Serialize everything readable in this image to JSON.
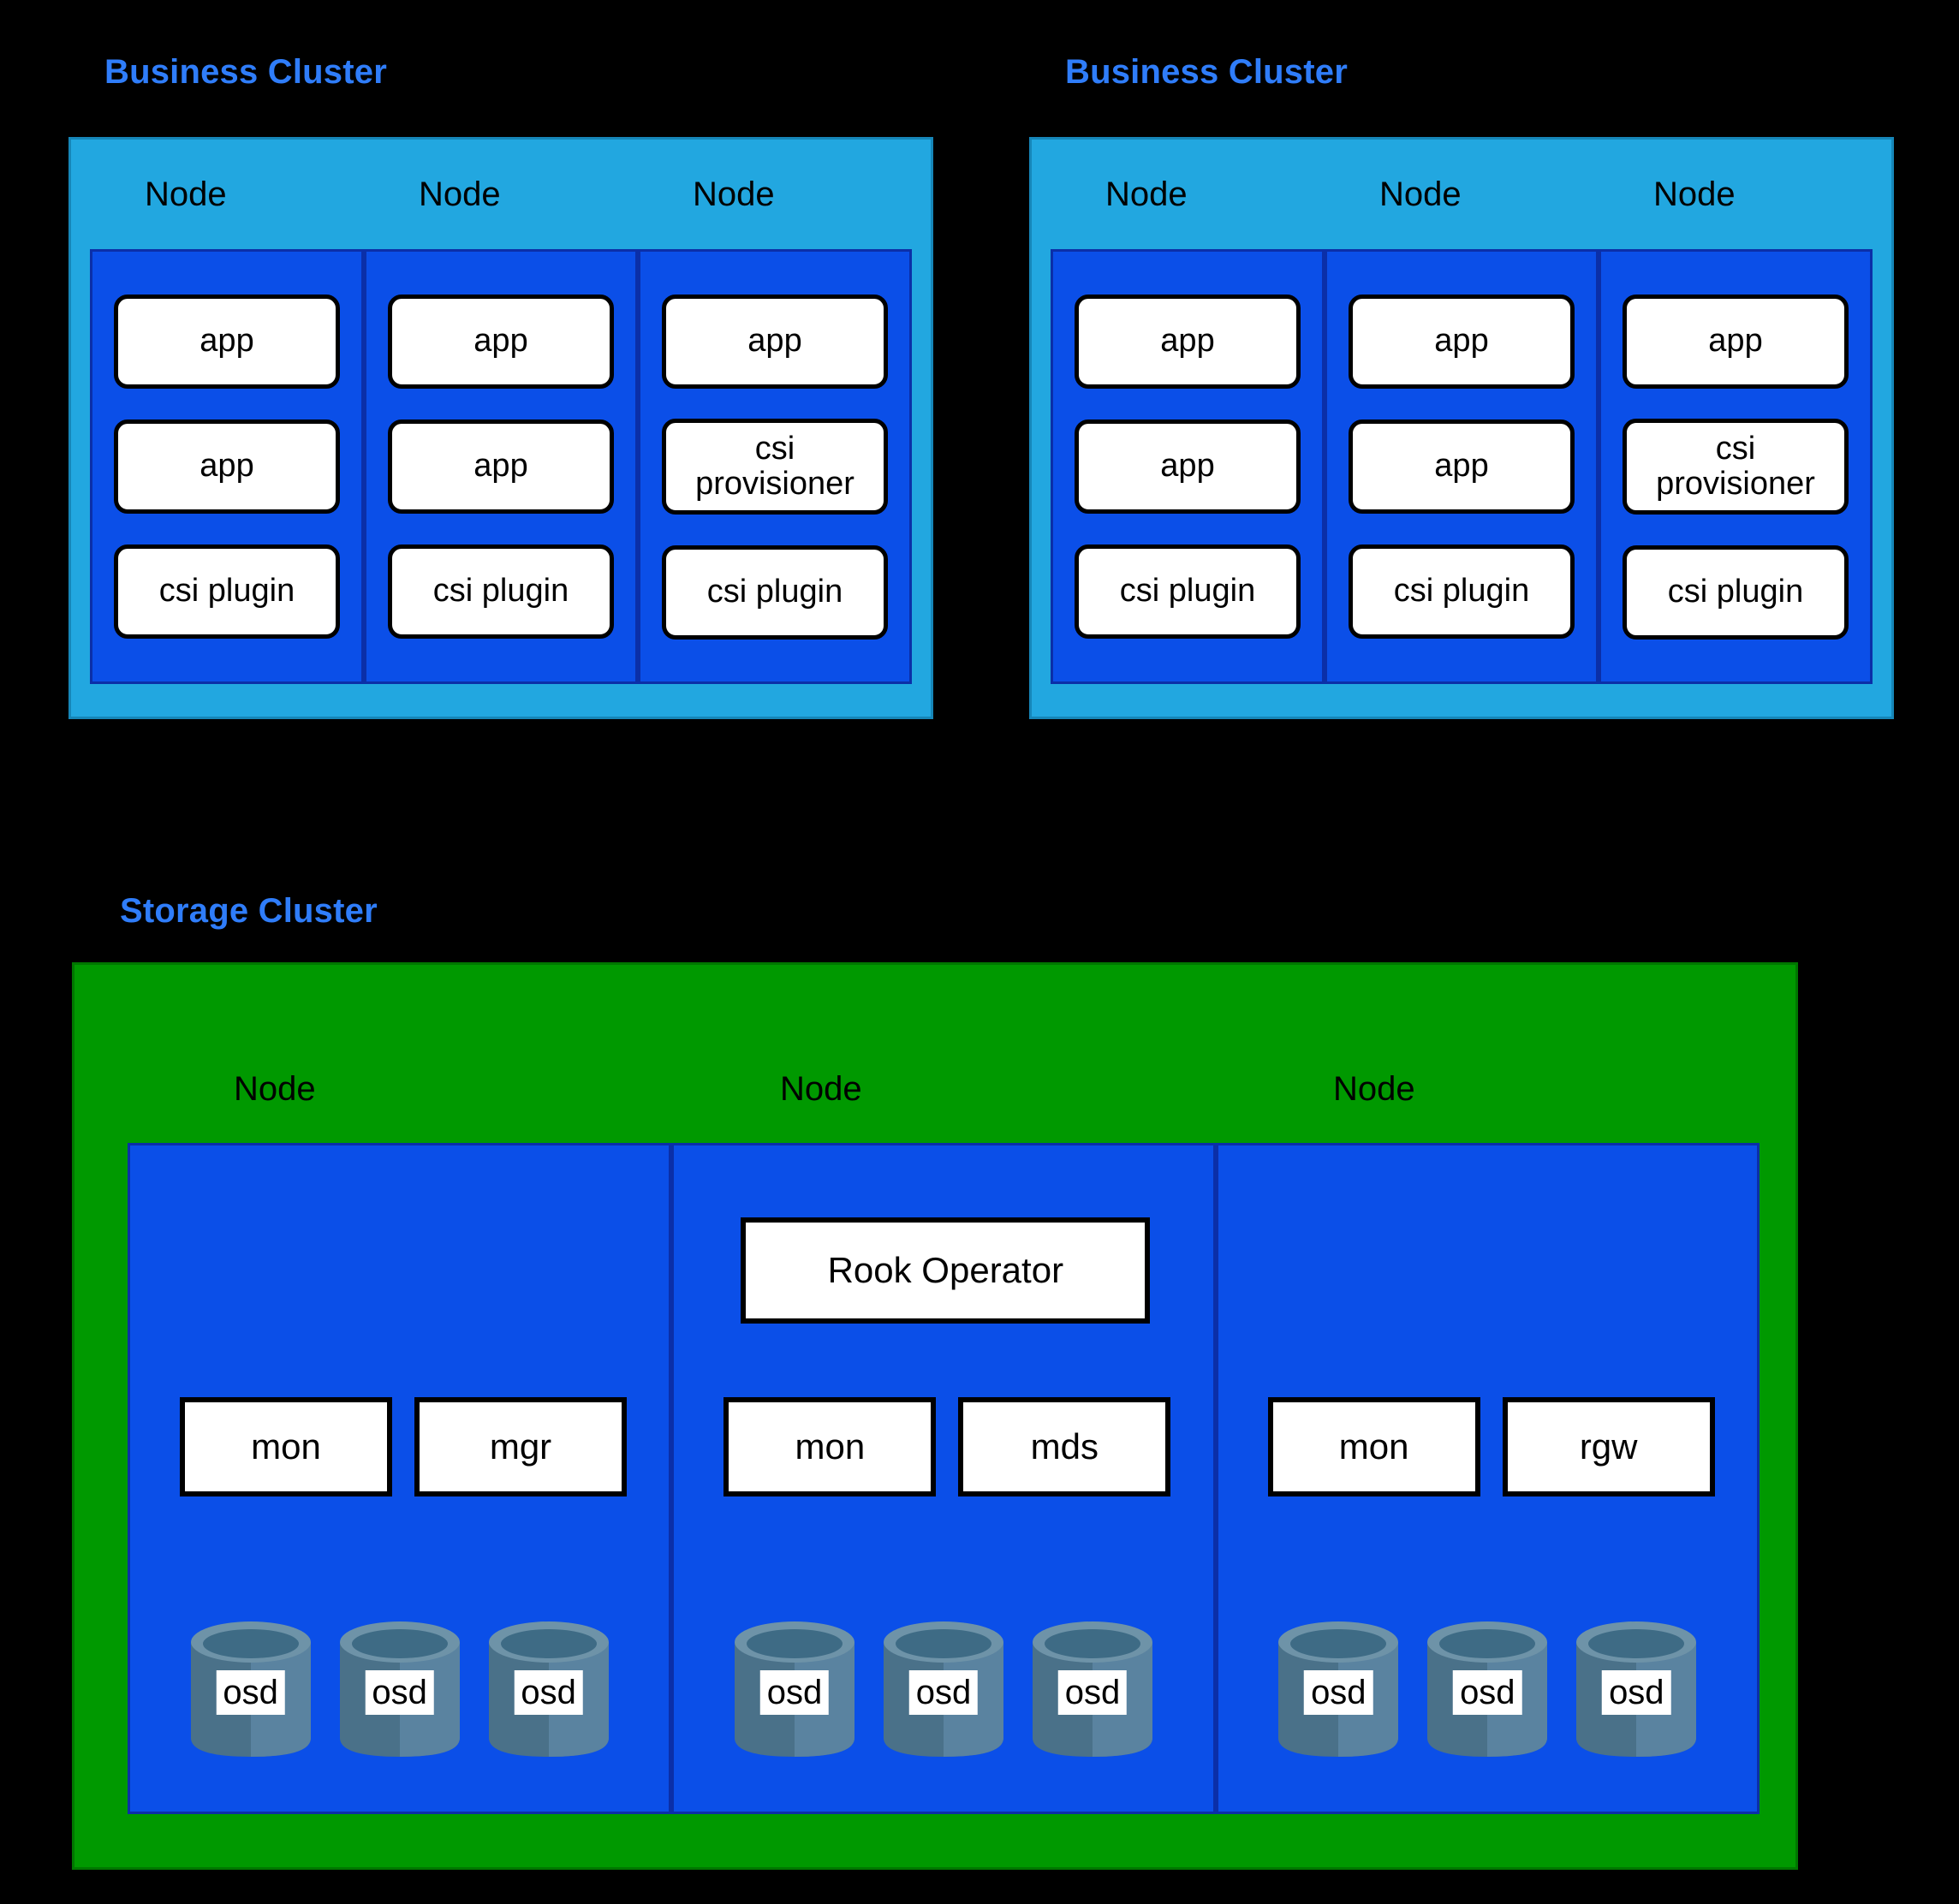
{
  "colors": {
    "background": "#000000",
    "title_blue": "#2f7dfa",
    "business_cluster_fill": "#22A7E0",
    "node_fill": "#0B4FE8",
    "node_border": "#0B2FA8",
    "storage_cluster_fill": "#009900",
    "pod_fill": "#FFFFFF",
    "pod_border": "#000000",
    "osd_body": "#4A7189",
    "osd_body_light": "#557E97",
    "osd_rim": "#6E93A8",
    "osd_inner": "#3E6B85"
  },
  "business_clusters": [
    {
      "title": "Business Cluster",
      "nodes": [
        {
          "label": "Node",
          "pods": [
            "app",
            "app",
            "csi plugin"
          ]
        },
        {
          "label": "Node",
          "pods": [
            "app",
            "app",
            "csi plugin"
          ]
        },
        {
          "label": "Node",
          "pods": [
            "app",
            "csi\nprovisioner",
            "csi plugin"
          ]
        }
      ]
    },
    {
      "title": "Business Cluster",
      "nodes": [
        {
          "label": "Node",
          "pods": [
            "app",
            "app",
            "csi plugin"
          ]
        },
        {
          "label": "Node",
          "pods": [
            "app",
            "app",
            "csi plugin"
          ]
        },
        {
          "label": "Node",
          "pods": [
            "app",
            "csi\nprovisioner",
            "csi plugin"
          ]
        }
      ]
    }
  ],
  "storage_cluster": {
    "title": "Storage Cluster",
    "nodes": [
      {
        "label": "Node",
        "operator": null,
        "daemons": [
          "mon",
          "mgr"
        ],
        "osds": [
          "osd",
          "osd",
          "osd"
        ]
      },
      {
        "label": "Node",
        "operator": "Rook Operator",
        "daemons": [
          "mon",
          "mds"
        ],
        "osds": [
          "osd",
          "osd",
          "osd"
        ]
      },
      {
        "label": "Node",
        "operator": null,
        "daemons": [
          "mon",
          "rgw"
        ],
        "osds": [
          "osd",
          "osd",
          "osd"
        ]
      }
    ]
  }
}
